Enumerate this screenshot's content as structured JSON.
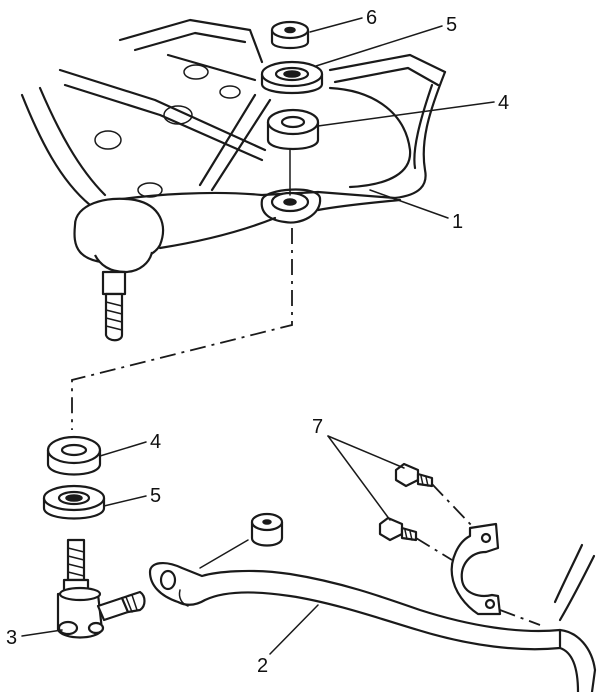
{
  "callouts": {
    "c1": "1",
    "c2": "2",
    "c3": "3",
    "c4a": "4",
    "c4b": "4",
    "c5a": "5",
    "c5b": "5",
    "c6": "6",
    "c7": "7"
  }
}
